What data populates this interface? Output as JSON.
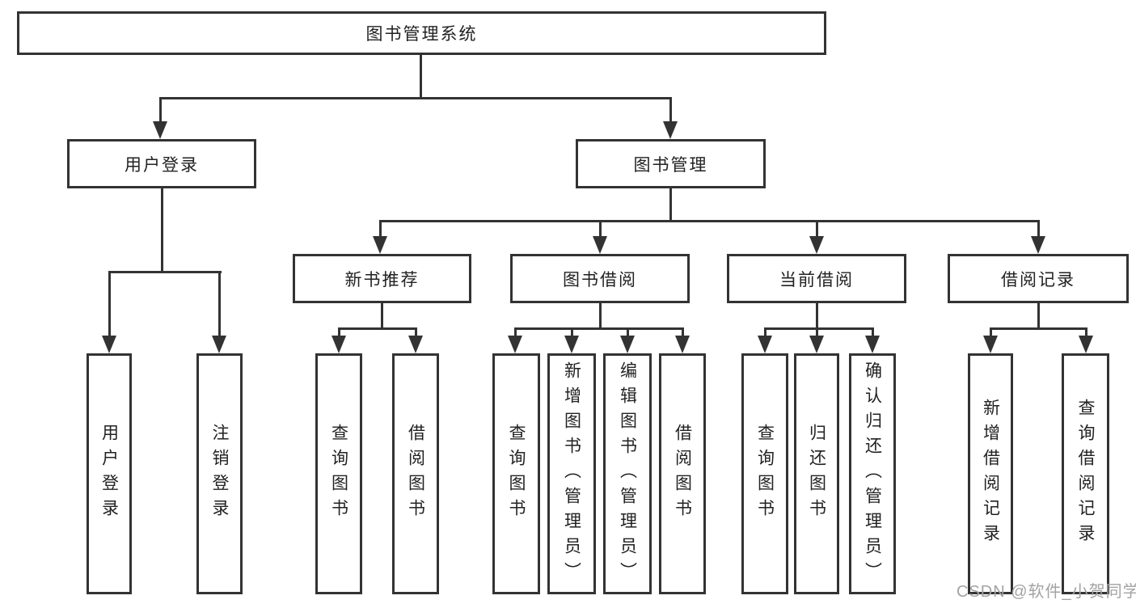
{
  "colors": {
    "line": "#333333",
    "text": "#222222",
    "box_background": "#ffffff",
    "watermark": "#a3a3a3"
  },
  "root": {
    "label": "图书管理系统"
  },
  "level1": [
    {
      "label": "用户登录"
    },
    {
      "label": "图书管理"
    }
  ],
  "level2": [
    {
      "label": "新书推荐"
    },
    {
      "label": "图书借阅"
    },
    {
      "label": "当前借阅"
    },
    {
      "label": "借阅记录"
    }
  ],
  "leaves": {
    "user": [
      {
        "label": "用户登录"
      },
      {
        "label": "注销登录"
      }
    ],
    "newbook": [
      {
        "label": "查询图书"
      },
      {
        "label": "借阅图书"
      }
    ],
    "borrow": [
      {
        "label": "查询图书"
      },
      {
        "label": "新增图书（管理员）"
      },
      {
        "label": "编辑图书（管理员）"
      },
      {
        "label": "借阅图书"
      }
    ],
    "current": [
      {
        "label": "查询图书"
      },
      {
        "label": "归还图书"
      },
      {
        "label": "确认归还（管理员）"
      }
    ],
    "records": [
      {
        "label": "新增借阅记录"
      },
      {
        "label": "查询借阅记录"
      }
    ]
  },
  "watermark": "CSDN @软件_小贺同学"
}
